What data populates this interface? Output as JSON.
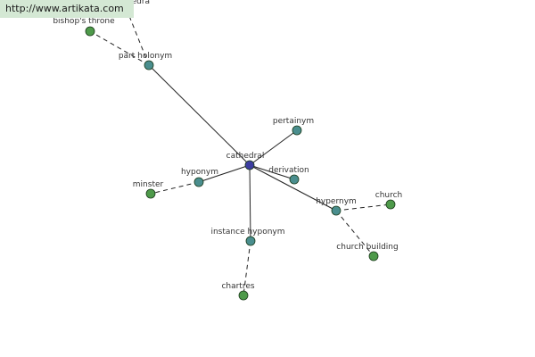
{
  "source": {
    "url_text": "http://www.artikata.com"
  },
  "colors": {
    "center": "#3c3ca0",
    "relation": "#4a8e8e",
    "word": "#4e9a4a",
    "stroke": "#222222",
    "label_bg": "#d4e8d4"
  },
  "graph": {
    "center": {
      "label": "cathedral"
    },
    "relations": [
      {
        "label": "part holonym"
      },
      {
        "label": "pertainym"
      },
      {
        "label": "derivation"
      },
      {
        "label": "hyponym"
      },
      {
        "label": "hypernym"
      },
      {
        "label": "instance hyponym"
      }
    ],
    "words": [
      {
        "label": "bishop's throne",
        "relation": 0
      },
      {
        "label": "cathedra",
        "relation": 0
      },
      {
        "label": "minster",
        "relation": 3
      },
      {
        "label": "church",
        "relation": 4
      },
      {
        "label": "church building",
        "relation": 4
      },
      {
        "label": "chartres",
        "relation": 5
      }
    ]
  }
}
